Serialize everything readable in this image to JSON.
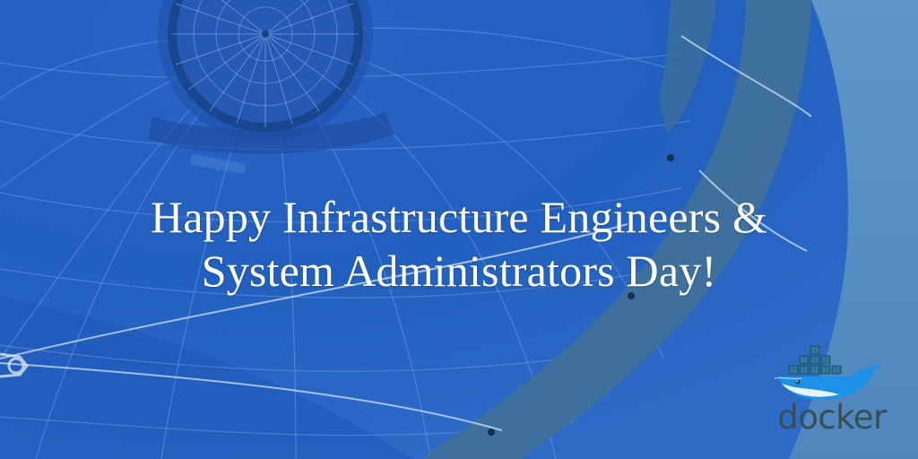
{
  "headline": {
    "line1": "Happy Infrastructure Engineers &",
    "line2": "System Administrators Day!"
  },
  "logo": {
    "wordmark": "docker",
    "icon": "docker-whale-icon"
  },
  "background": {
    "description_icon": "hot-air-balloon-interior-photo",
    "colors": {
      "deep_blue": "#1f56b5",
      "mid_blue": "#2f6fcf",
      "sky": "#5b95c8",
      "strap": "#3e6e99",
      "line": "#8fb6e8"
    }
  },
  "colors": {
    "headline_text": "#ffffff",
    "logo_text": "#394d54",
    "whale_blue": "#1d91e6",
    "container_teal": "#2a6c8d"
  }
}
